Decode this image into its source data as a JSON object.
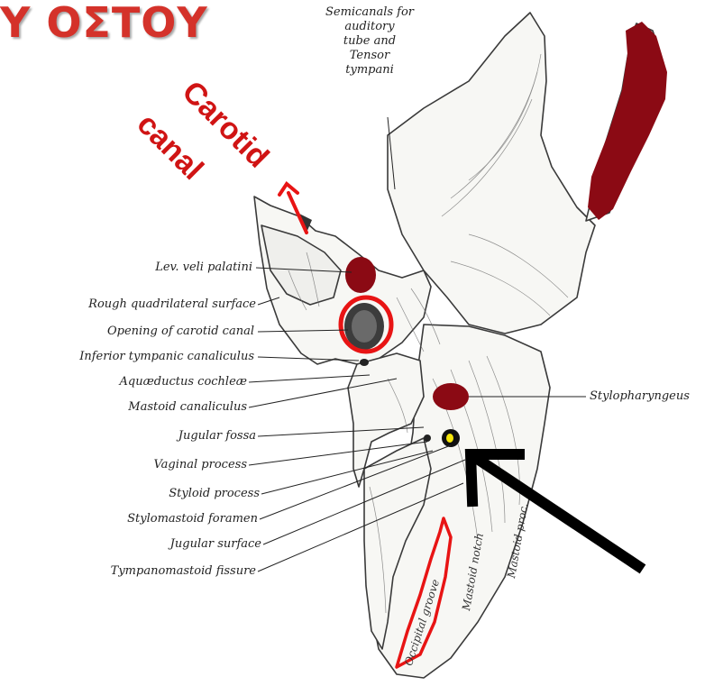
{
  "slide": {
    "title_fragment": "Υ ΟΣΤΟΥ"
  },
  "annotations": {
    "carotid_word": "Carotid",
    "canal_word": "canal"
  },
  "top_label": {
    "lines": [
      "Semicanals for",
      "auditory",
      "tube and",
      "Tensor",
      "tympani"
    ]
  },
  "left_labels": [
    "Lev. veli palatini",
    "Rough quadrilateral surface",
    "Opening of carotid canal",
    "Inferior tympanic canaliculus",
    "Aquæductus cochleæ",
    "Mastoid canaliculus",
    "Jugular fossa",
    "Vaginal process",
    "Styloid process",
    "Stylomastoid foramen",
    "Jugular surface",
    "Tympanomastoid fissure"
  ],
  "right_labels": [
    "Stylopharyngeus"
  ],
  "bone_labels": {
    "occipital_groove": "Occipital groove",
    "mastoid_notch": "Mastoid notch",
    "mastoid_process": "Mastoid proc."
  },
  "colors": {
    "title": "#d4322a",
    "red_annotation": "#d01414",
    "muscle_area": "#8b0a14",
    "marker_dot": "#f5e60a",
    "arrow": "#000000"
  }
}
